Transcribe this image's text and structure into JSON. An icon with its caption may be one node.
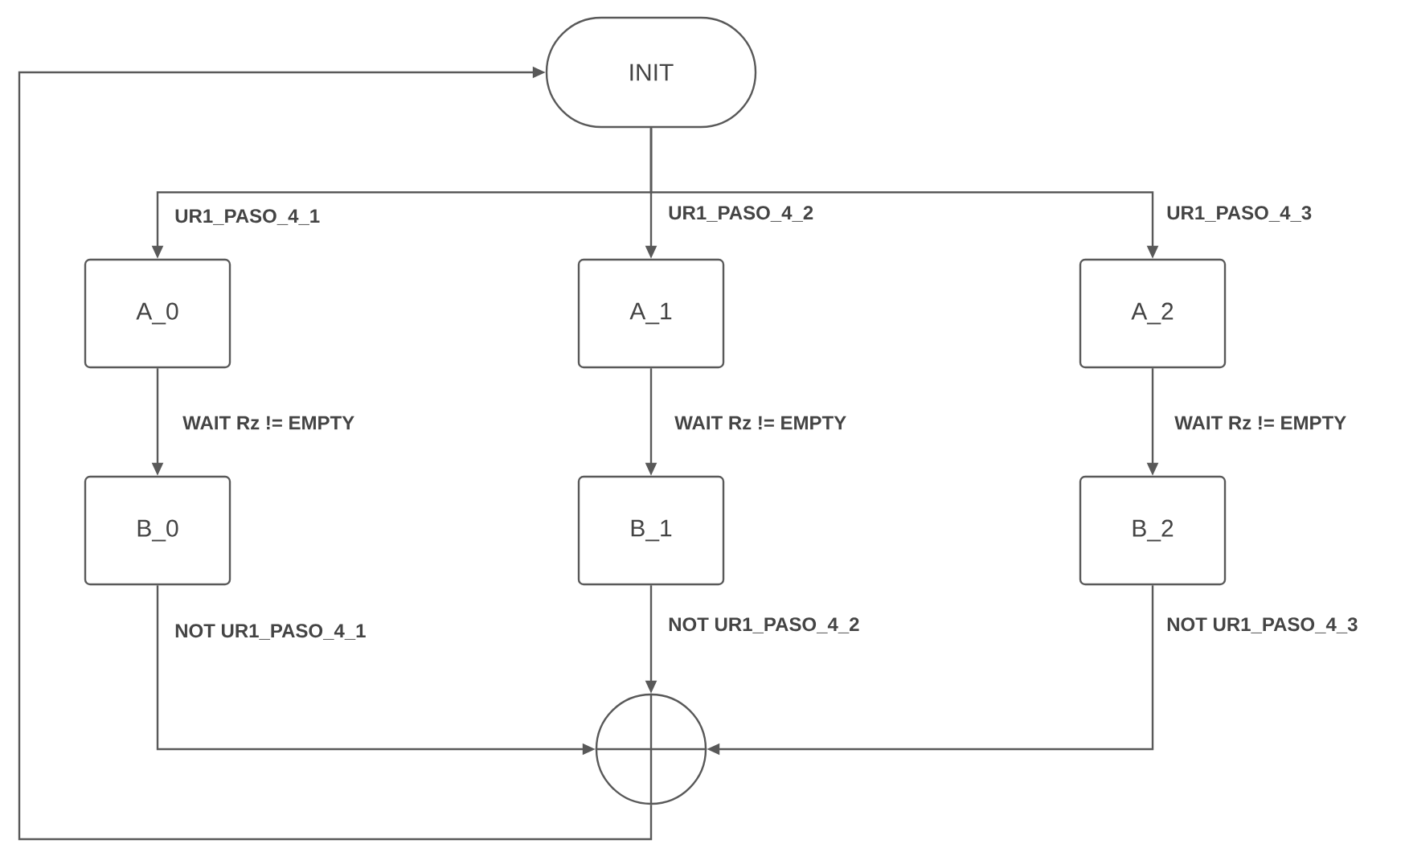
{
  "diagram": {
    "nodes": [
      {
        "text": [
          "INIT"
        ]
      },
      {
        "text": [
          "A_0"
        ]
      },
      {
        "text": [
          "A_1"
        ]
      },
      {
        "text": [
          "A_2"
        ]
      },
      {
        "text": [
          "B_0"
        ]
      },
      {
        "text": [
          "B_1"
        ]
      },
      {
        "text": [
          "B_2"
        ]
      },
      {
        "text": [],
        "shape": "circle"
      }
    ],
    "edges": [
      {
        "from": 0,
        "to": 1,
        "arrow": "to",
        "label": "UR1_PASO_4_1"
      },
      {
        "from": 0,
        "to": 2,
        "arrow": "to",
        "label": "UR1_PASO_4_2"
      },
      {
        "from": 0,
        "to": 3,
        "arrow": "to",
        "label": "UR1_PASO_4_3"
      },
      {
        "from": 1,
        "to": 4,
        "arrow": "to",
        "label": "WAIT Rz != EMPTY"
      },
      {
        "from": 2,
        "to": 5,
        "arrow": "to",
        "label": "WAIT Rz != EMPTY"
      },
      {
        "from": 3,
        "to": 6,
        "arrow": "to",
        "label": "WAIT Rz != EMPTY"
      },
      {
        "from": 4,
        "to": 7,
        "arrow": "to",
        "label": "NOT UR1_PASO_4_1"
      },
      {
        "from": 5,
        "to": 7,
        "arrow": "to",
        "label": "NOT UR1_PASO_4_2"
      },
      {
        "from": 6,
        "to": 7,
        "arrow": "to",
        "label": "NOT UR1_PASO_4_3"
      },
      {
        "from": 7,
        "to": 0,
        "arrow": "to"
      }
    ]
  }
}
